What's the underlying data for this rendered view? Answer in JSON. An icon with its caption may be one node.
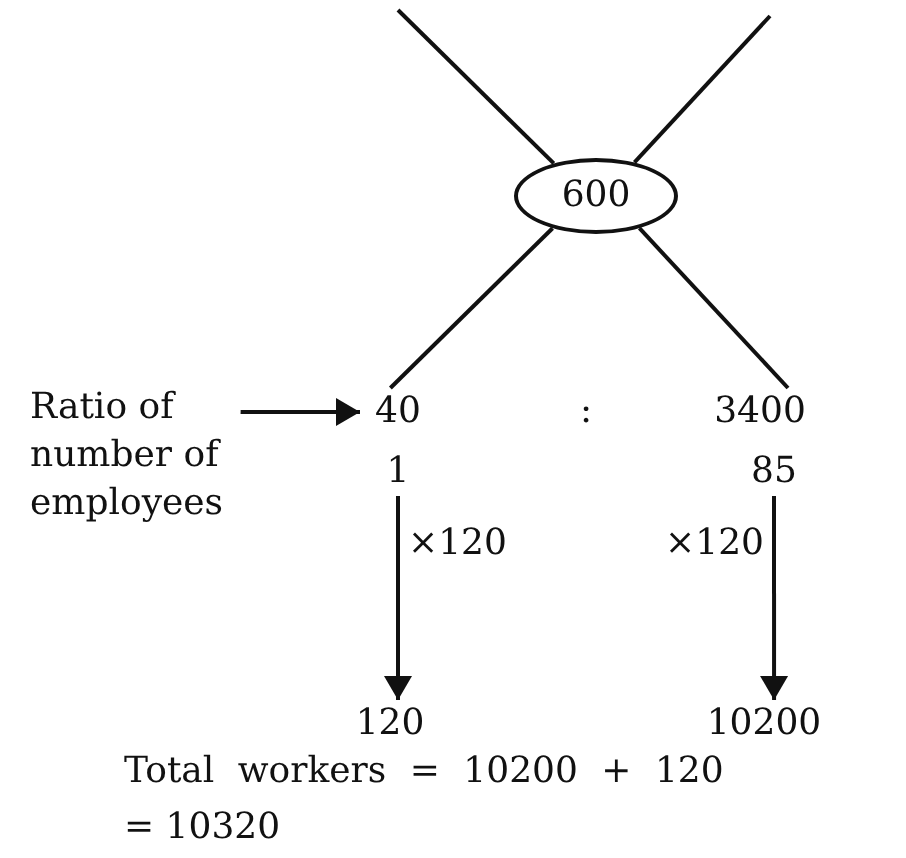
{
  "diagram": {
    "nodes": [
      {
        "text": [
          "600"
        ]
      },
      {
        "text": [
          "Ratio of number of employees"
        ]
      },
      {
        "text": [
          "40"
        ]
      },
      {
        "text": [
          "3400"
        ]
      },
      {
        "text": [
          "1"
        ]
      },
      {
        "text": [
          "85"
        ]
      },
      {
        "text": [
          "120"
        ]
      },
      {
        "text": [
          "10200"
        ]
      }
    ],
    "edges": [
      {
        "from": null,
        "to": 0,
        "arrow": "none"
      },
      {
        "from": null,
        "to": 0,
        "arrow": "none"
      },
      {
        "from": 0,
        "to": 2,
        "arrow": "none"
      },
      {
        "from": 0,
        "to": 3,
        "arrow": "none"
      },
      {
        "from": 1,
        "to": 2,
        "arrow": "to"
      },
      {
        "from": 4,
        "to": 6,
        "arrow": "to",
        "label": "×120"
      },
      {
        "from": 5,
        "to": 7,
        "arrow": "to",
        "label": "×120"
      }
    ],
    "labels": [
      ":",
      "Total workers = 10200 + 120",
      "= 10320"
    ]
  }
}
